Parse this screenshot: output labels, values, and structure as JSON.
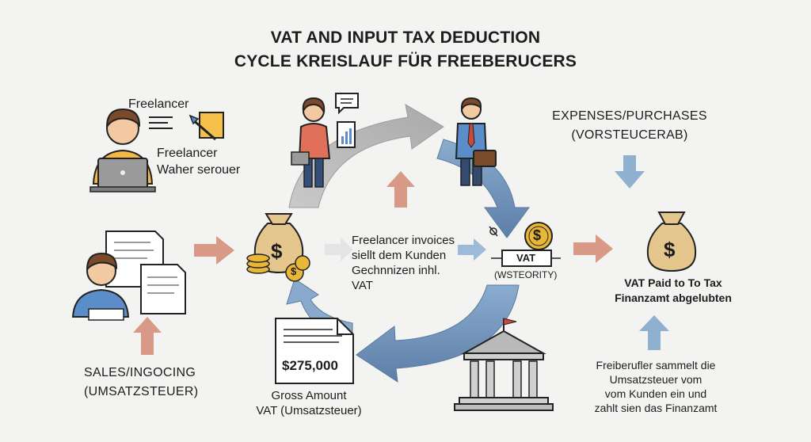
{
  "title": {
    "line1": "VAT AND INPUT TAX DEDUCTION",
    "line2": "CYCLE KREISLAUF FÜR FREEBERUCERS"
  },
  "freelancer_top": {
    "label1": "Freelancer",
    "label2_line1": "Freelancer",
    "label2_line2": "Waher serouer"
  },
  "sales": {
    "line1": "SALES/INGOCING",
    "line2": "(UMSATZSTEUER)"
  },
  "center_text": {
    "line1": "Freelancer invoices",
    "line2": "siellt dem Kunden",
    "line3": "Gechnnizen inhl.",
    "line4": "VAT"
  },
  "vat_box": {
    "label": "VAT",
    "sublabel": "(WSTEORITY)"
  },
  "expenses": {
    "line1": "EXPENSES/PURCHASES",
    "line2": "(VORSTEUCERAB)"
  },
  "tax_office": {
    "line1": "VAT Paid to To Tax",
    "line2": "Finanzamt abgelubten"
  },
  "invoice": {
    "amount": "$275,000",
    "caption1": "Gross Amount",
    "caption2": "VAT (Umsatzsteuer)"
  },
  "collect_note": {
    "line1": "Freiberufler sammelt die",
    "line2": "Umsatzsteuer vom",
    "line3": "vom Kunden ein   und",
    "line4": "zahlt sien das Finanzamt"
  },
  "icons": {
    "currency": "$"
  },
  "colors": {
    "arrow_salmon": "#d89a86",
    "arrow_blue": "#8fb0cf",
    "cycle_gray": "#b4b4b4",
    "cycle_blue": "#6f8fb4",
    "bag": "#e5c68c",
    "coin": "#e8b737",
    "shirt_yellow": "#f4b844",
    "shirt_blue": "#5b8dc8",
    "woman_top": "#e0705a"
  }
}
